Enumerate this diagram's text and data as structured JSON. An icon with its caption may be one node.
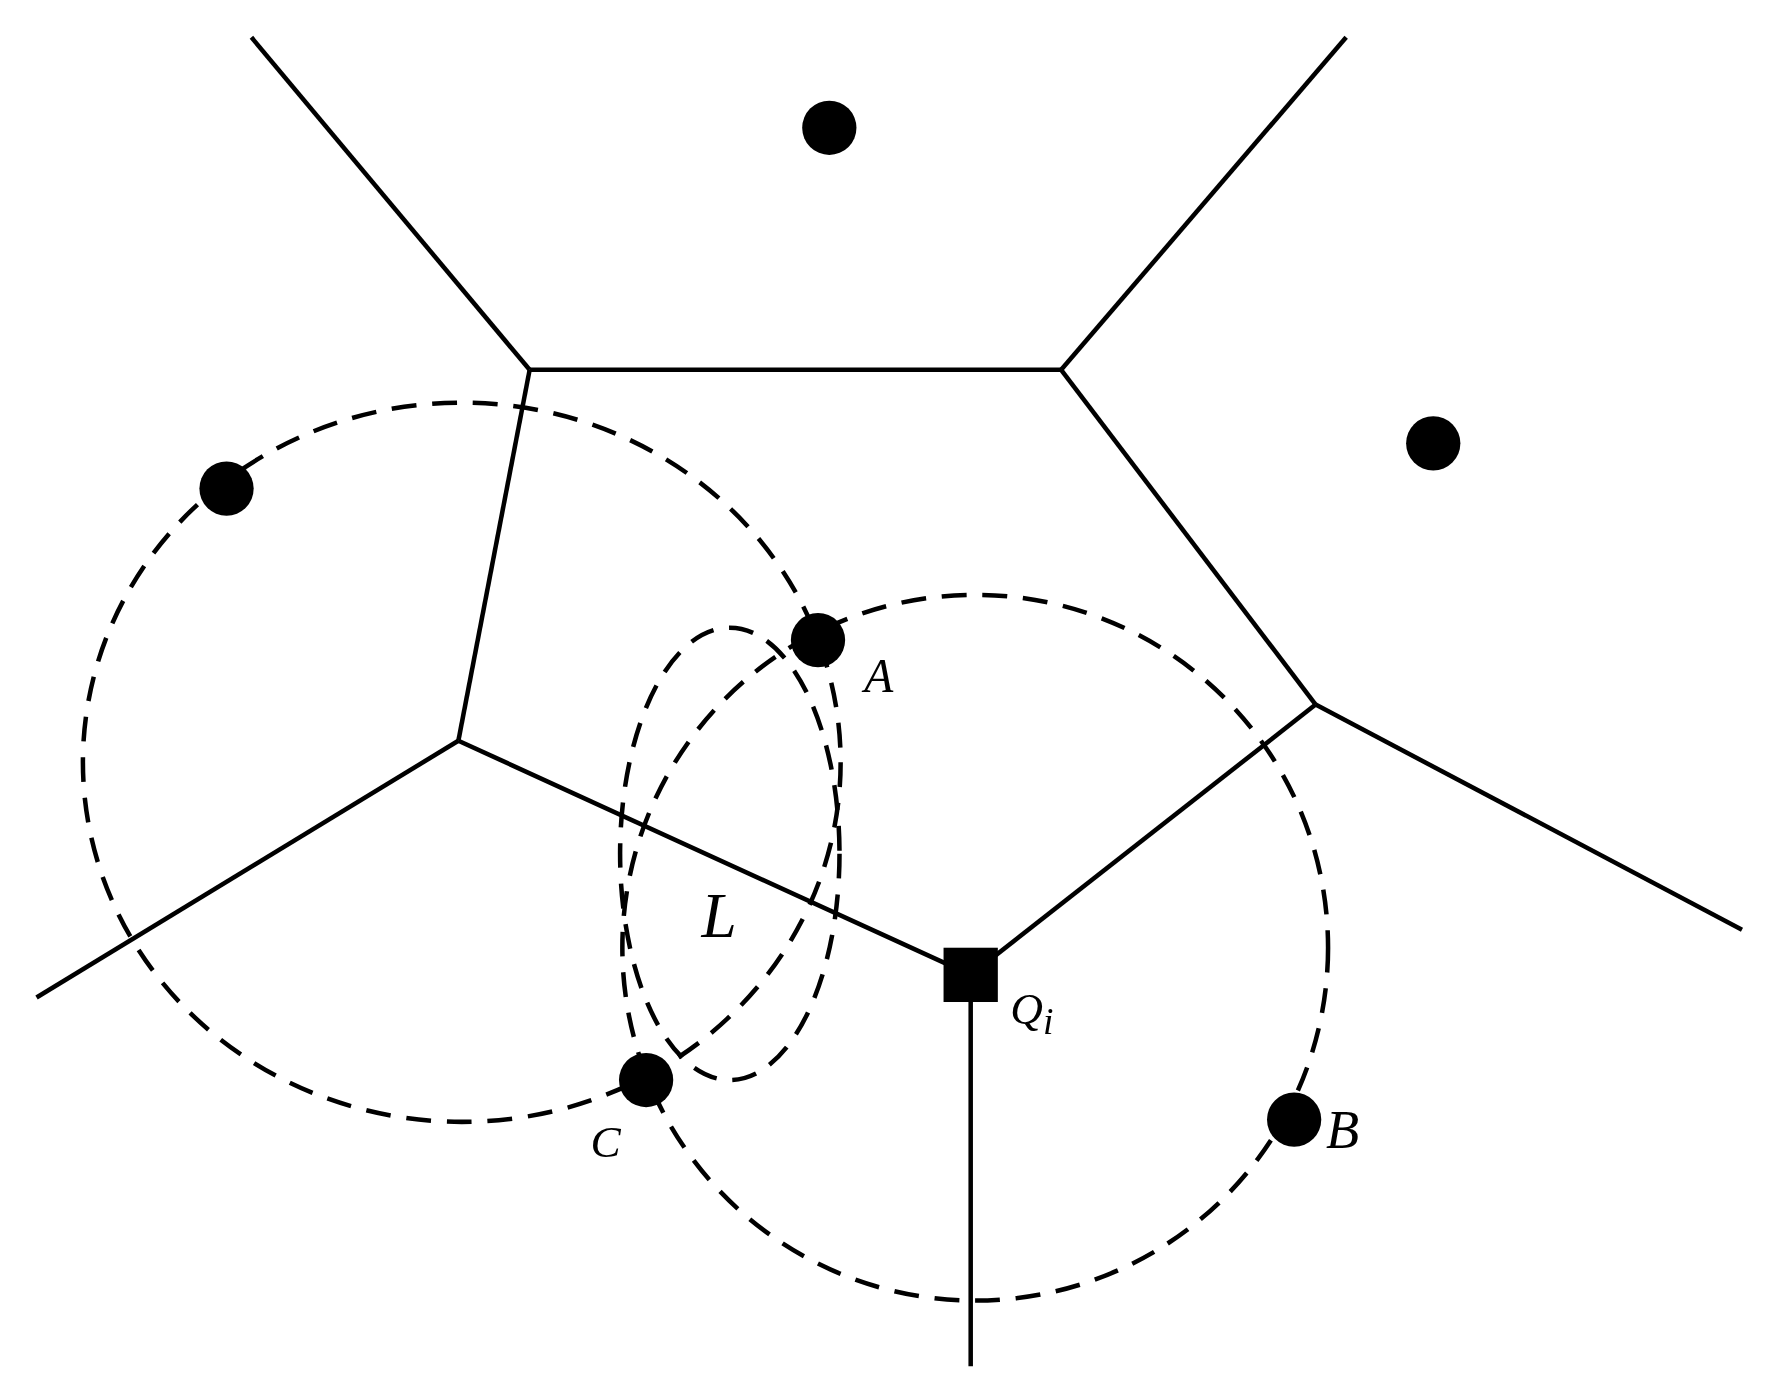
{
  "diagram": {
    "labels": [
      "A",
      "L",
      "Q$_{i}$",
      "B",
      "C"
    ]
  }
}
